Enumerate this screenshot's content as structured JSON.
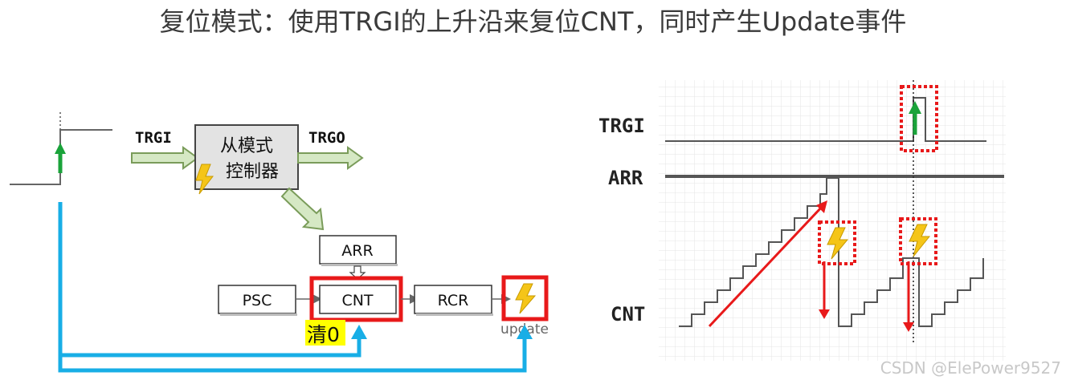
{
  "title": "复位模式：使用TRGI的上升沿来复位CNT，同时产生Update事件",
  "left_diagram": {
    "trgi_label": "TRGI",
    "trgo_label": "TRGO",
    "slave_controller_line1": "从模式",
    "slave_controller_line2": "控制器",
    "arr_label": "ARR",
    "psc_label": "PSC",
    "cnt_label": "CNT",
    "rcr_label": "RCR",
    "clear_label": "清0",
    "update_label": "update"
  },
  "right_diagram": {
    "trgi_label": "TRGI",
    "arr_label": "ARR",
    "cnt_label": "CNT"
  },
  "watermark": "CSDN @ElePower9527",
  "colors": {
    "highlight_red": "#e8191a",
    "arrow_blue": "#18aee6",
    "arrow_green": "#1aa33a",
    "block_arrow_fill": "#d5e8c4",
    "block_arrow_stroke": "#7a9c5a",
    "clear_highlight": "#ffff00",
    "lightning": "#f5c518"
  }
}
